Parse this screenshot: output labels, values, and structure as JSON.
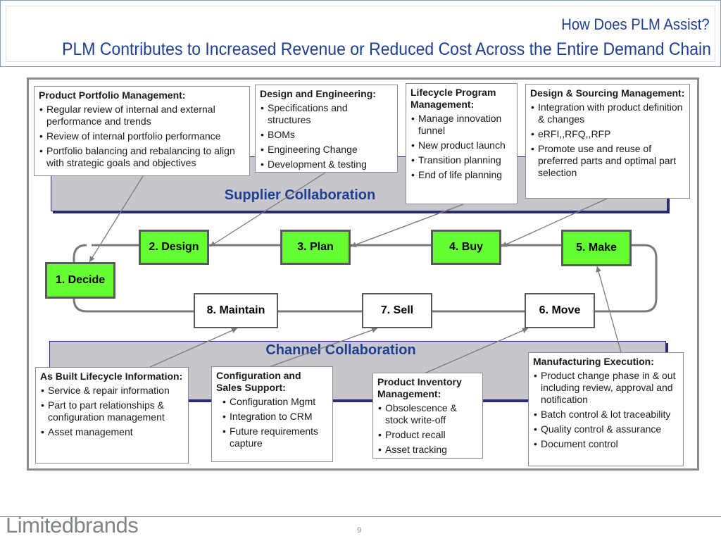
{
  "header": {
    "title": "How Does PLM Assist?",
    "subtitle": "PLM Contributes to Increased Revenue or Reduced Cost Across the Entire Demand Chain"
  },
  "bands": {
    "supplier": "Supplier Collaboration",
    "channel": "Channel Collaboration"
  },
  "steps": [
    {
      "id": "decide",
      "label": "1. Decide",
      "highlight": true
    },
    {
      "id": "design",
      "label": "2. Design",
      "highlight": true
    },
    {
      "id": "plan",
      "label": "3. Plan",
      "highlight": true
    },
    {
      "id": "buy",
      "label": "4. Buy",
      "highlight": true
    },
    {
      "id": "make",
      "label": "5. Make",
      "highlight": true
    },
    {
      "id": "move",
      "label": "6. Move",
      "highlight": false
    },
    {
      "id": "sell",
      "label": "7. Sell",
      "highlight": false
    },
    {
      "id": "maintain",
      "label": "8. Maintain",
      "highlight": false
    }
  ],
  "callouts": {
    "portfolio": {
      "title": "Product Portfolio Management:",
      "items": [
        "Regular review of internal and external performance and trends",
        "Review of internal portfolio performance",
        "Portfolio balancing and rebalancing to align with strategic goals and objectives"
      ]
    },
    "design_eng": {
      "title": "Design and Engineering:",
      "items": [
        "Specifications and structures",
        "BOMs",
        "Engineering Change",
        "Development & testing"
      ]
    },
    "lifecycle": {
      "title": "Lifecycle Program Management:",
      "items": [
        "Manage innovation funnel",
        "New product launch",
        "Transition planning",
        "End of life planning"
      ]
    },
    "sourcing": {
      "title": "Design & Sourcing Management:",
      "items": [
        "Integration with product definition & changes",
        "eRFI,,RFQ,,RFP",
        "Promote use and reuse of preferred parts and optimal part selection"
      ]
    },
    "as_built": {
      "title": "As Built Lifecycle Information:",
      "items": [
        "Service & repair information",
        "Part to part relationships & configuration management",
        "Asset management"
      ]
    },
    "config": {
      "title": "Configuration and Sales Support:",
      "items": [
        "Configuration Mgmt",
        "Integration to CRM",
        "Future requirements capture"
      ]
    },
    "inventory": {
      "title": "Product Inventory Management:",
      "items": [
        "Obsolescence & stock write-off",
        "Product recall",
        "Asset tracking"
      ]
    },
    "mfg": {
      "title": "Manufacturing Execution:",
      "items": [
        "Product change phase in & out including review, approval and notification",
        "Batch control & lot traceability",
        "Quality control & assurance",
        "Document control"
      ]
    }
  },
  "colors": {
    "title_blue": "#1f3f8f",
    "step_green": "#66ff33",
    "band_gray": "#c6c6cc",
    "connector_gray": "#7a7a7a"
  },
  "footer": {
    "logo_part1": "Limited",
    "logo_part2": "brands",
    "page_number": "9"
  }
}
